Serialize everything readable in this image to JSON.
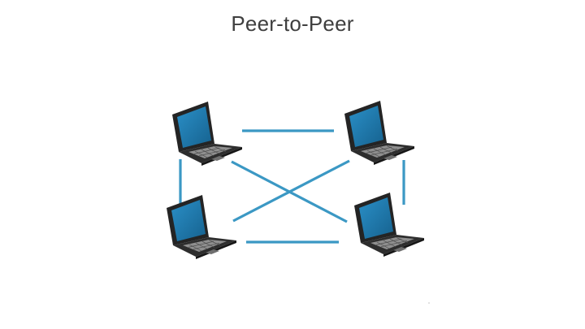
{
  "slide": {
    "title": "Peer-to-Peer"
  },
  "diagram": {
    "nodes": [
      {
        "id": "laptop-top-left",
        "icon": "laptop-icon"
      },
      {
        "id": "laptop-top-right",
        "icon": "laptop-icon"
      },
      {
        "id": "laptop-bottom-left",
        "icon": "laptop-icon"
      },
      {
        "id": "laptop-bottom-right",
        "icon": "laptop-icon"
      }
    ],
    "links": [
      {
        "from": "laptop-top-left",
        "to": "laptop-top-right"
      },
      {
        "from": "laptop-bottom-left",
        "to": "laptop-bottom-right"
      },
      {
        "from": "laptop-top-left",
        "to": "laptop-bottom-left"
      },
      {
        "from": "laptop-top-right",
        "to": "laptop-bottom-right"
      },
      {
        "from": "laptop-top-left",
        "to": "laptop-bottom-right"
      },
      {
        "from": "laptop-top-right",
        "to": "laptop-bottom-left"
      }
    ],
    "colors": {
      "link": "#3b98c4",
      "screen": "#1f78ac",
      "body": "#2b2b2b"
    }
  }
}
